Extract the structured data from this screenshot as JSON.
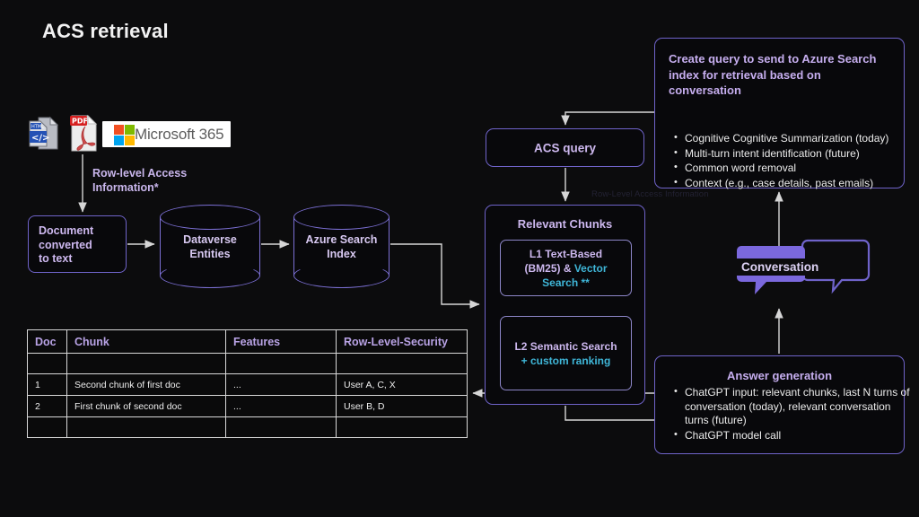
{
  "page": {
    "title": "ACS retrieval",
    "background": "#0c0c0d"
  },
  "colors": {
    "accent_purple": "#6f63c9",
    "text_purple": "#cdb8ef",
    "teal": "#3fb6d8",
    "bubble_fill": "#7b68dd",
    "white": "#ffffff"
  },
  "sources": {
    "html_icon_label": "HTML",
    "html_icon_glyph": "</>",
    "pdf_icon_label": "PDF",
    "ms365_label": "Microsoft 365",
    "ms365_squares": [
      "#f25022",
      "#7fba00",
      "#00a4ef",
      "#ffb900"
    ]
  },
  "flow": {
    "row_level_access_label": "Row-level Access\nInformation*",
    "row_level_access_line1": "Row-level Access",
    "row_level_access_line2": "Information*",
    "faint_label": "Row-Level Access Information",
    "document_box": {
      "line1": "Document",
      "line2": "converted",
      "line3": "to text"
    },
    "dataverse": {
      "line1": "Dataverse",
      "line2": "Entities"
    },
    "azure_index": {
      "line1": "Azure Search",
      "line2": "Index"
    },
    "acs_query": "ACS query",
    "conversation": "Conversation"
  },
  "relevant_chunks": {
    "header": "Relevant Chunks",
    "l1": {
      "line1": "L1 Text-Based",
      "line2_plain": "(BM25) & ",
      "line2_teal": "Vector",
      "line3_teal": "Search **"
    },
    "l2": {
      "line1": "L2 Semantic Search",
      "line2_teal": "+ custom ranking"
    }
  },
  "query_panel": {
    "title_line1": "Create query to send to Azure Search",
    "title_line2": "index for retrieval based on",
    "title_line3": "conversation",
    "bullets": [
      "Cognitive Cognitive Summarization (today)",
      "Multi-turn intent identification (future)",
      "Common word removal",
      "Context (e.g., case details, past emails)"
    ]
  },
  "answer_panel": {
    "title": "Answer generation",
    "bullets": [
      "ChatGPT input: relevant chunks, last N turns of conversation (today), relevant conversation turns (future)",
      "ChatGPT model call"
    ]
  },
  "table": {
    "headers": [
      "Doc",
      "Chunk",
      "Features",
      "Row-Level-Security"
    ],
    "rows": [
      {
        "doc": "",
        "chunk": "",
        "features": "",
        "security": ""
      },
      {
        "doc": "1",
        "chunk": "Second chunk of first doc",
        "features": "...",
        "security": "User A, C, X"
      },
      {
        "doc": "2",
        "chunk": "First chunk of second doc",
        "features": "...",
        "security": "User B, D"
      },
      {
        "doc": "",
        "chunk": "",
        "features": "",
        "security": ""
      }
    ]
  }
}
